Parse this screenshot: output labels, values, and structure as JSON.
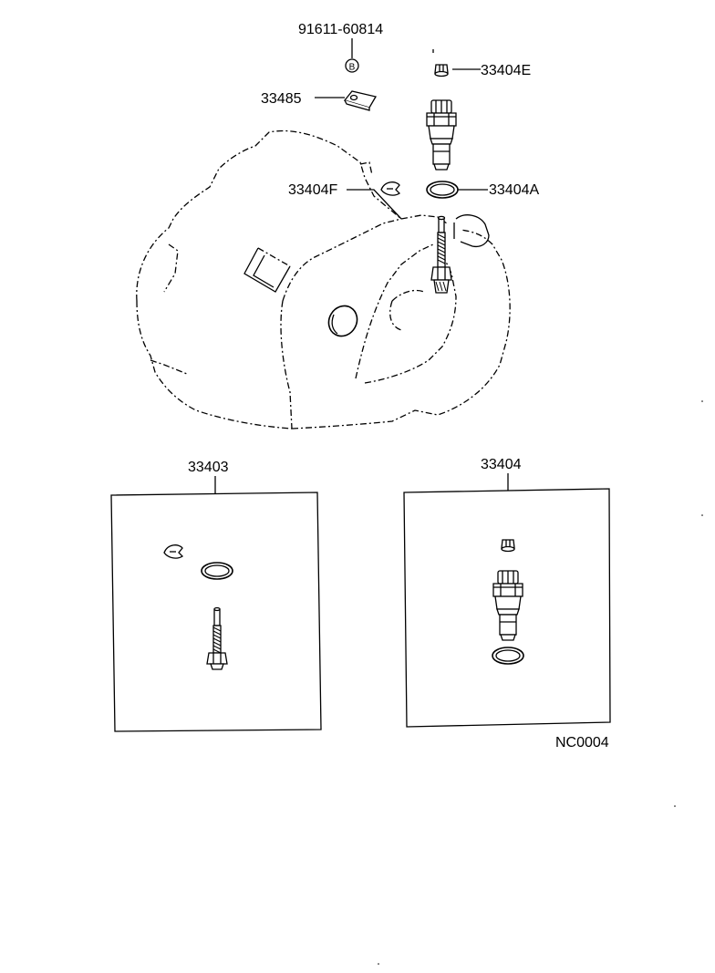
{
  "labels": {
    "bolt_part": "91611-60814",
    "bolt_marker": "B",
    "plate_part": "33485",
    "cap_part": "33404E",
    "clip_part": "33404F",
    "oring_part": "33404A",
    "kit_left": "33403",
    "kit_right": "33404",
    "drawing_code": "NC0004"
  },
  "icons": {
    "plate": "lock-plate-icon",
    "cap": "cap-icon",
    "sleeve": "driven-gear-sleeve-icon",
    "clip": "retaining-clip-icon",
    "oring": "o-ring-icon",
    "gear": "driven-gear-shaft-icon",
    "housing": "transaxle-housing-icon"
  }
}
